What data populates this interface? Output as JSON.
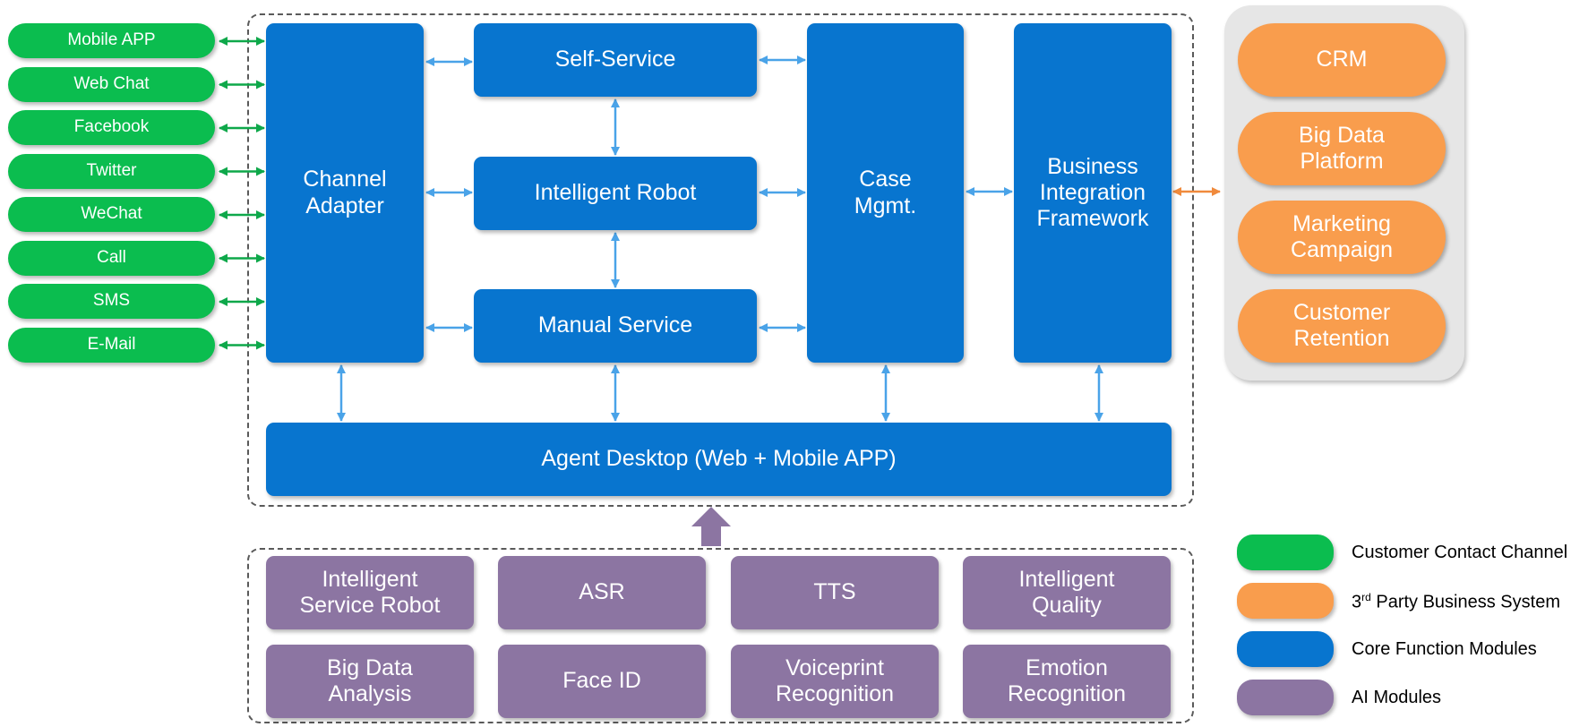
{
  "channels": [
    "Mobile APP",
    "Web Chat",
    "Facebook",
    "Twitter",
    "WeChat",
    "Call",
    "SMS",
    "E-Mail"
  ],
  "core": {
    "channel_adapter": "Channel\nAdapter",
    "self_service": "Self-Service",
    "intelligent_robot": "Intelligent Robot",
    "manual_service": "Manual Service",
    "case_mgmt": "Case\nMgmt.",
    "business_integration": "Business\nIntegration\nFramework",
    "agent_desktop": "Agent Desktop (Web + Mobile APP)"
  },
  "third_party": [
    "CRM",
    "Big Data\nPlatform",
    "Marketing\nCampaign",
    "Customer\nRetention"
  ],
  "ai_modules": [
    "Intelligent\nService Robot",
    "ASR",
    "TTS",
    "Intelligent\nQuality",
    "Big Data\nAnalysis",
    "Face ID",
    "Voiceprint\nRecognition",
    "Emotion\nRecognition"
  ],
  "legend": {
    "channel": "Customer Contact Channel",
    "third_party_prefix": "3",
    "third_party_sup": "rd",
    "third_party_rest": " Party Business System",
    "core": "Core Function Modules",
    "ai": "AI Modules"
  },
  "colors": {
    "channel": "#0bbd4f",
    "third_party": "#f99d4d",
    "core": "#0875cf",
    "ai": "#8c75a2",
    "arrow_green": "#0ea84a",
    "arrow_blue": "#4aa3e8",
    "arrow_orange": "#f08a3c",
    "arrow_purple": "#8c75a2"
  }
}
